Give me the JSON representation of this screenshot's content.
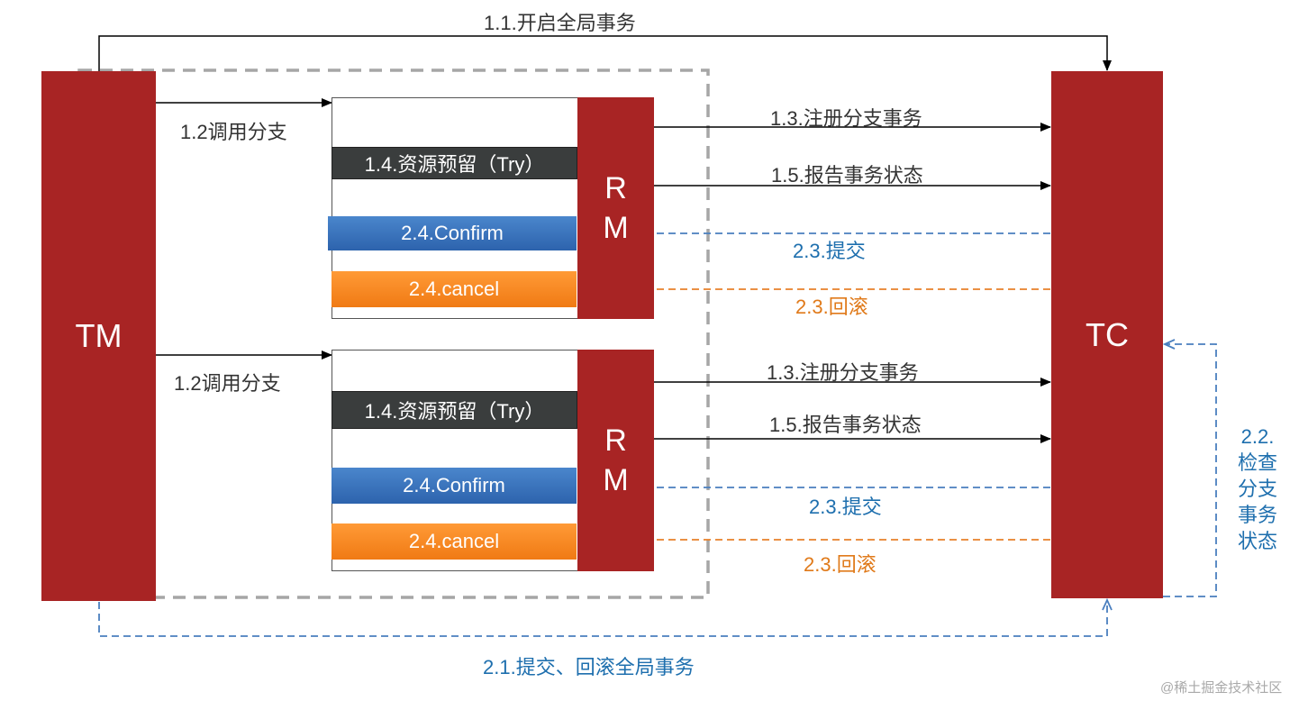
{
  "blocks": {
    "tm_label": "TM",
    "tc_label": "TC",
    "rm_label": "R\nM"
  },
  "colors": {
    "red": "#a82424",
    "blue": "#4a7fbf",
    "orange": "#e8802a",
    "dark": "#333333"
  },
  "top": {
    "begin_global": "1.1.开启全局事务",
    "call_branch": "1.2调用分支",
    "try": "1.4.资源预留（Try）",
    "confirm": "2.4.Confirm",
    "cancel": "2.4.cancel",
    "register_branch": "1.3.注册分支事务",
    "report_status": "1.5.报告事务状态",
    "commit": "2.3.提交",
    "rollback": "2.3.回滚"
  },
  "bottom": {
    "call_branch": "1.2调用分支",
    "try": "1.4.资源预留（Try）",
    "confirm": "2.4.Confirm",
    "cancel": "2.4.cancel",
    "register_branch": "1.3.注册分支事务",
    "report_status": "1.5.报告事务状态",
    "commit": "2.3.提交",
    "rollback": "2.3.回滚"
  },
  "check_branch": "2.2.\n检查\n分支\n事务\n状态",
  "commit_rollback_global": "2.1.提交、回滚全局事务",
  "watermark": "@稀土掘金技术社区"
}
